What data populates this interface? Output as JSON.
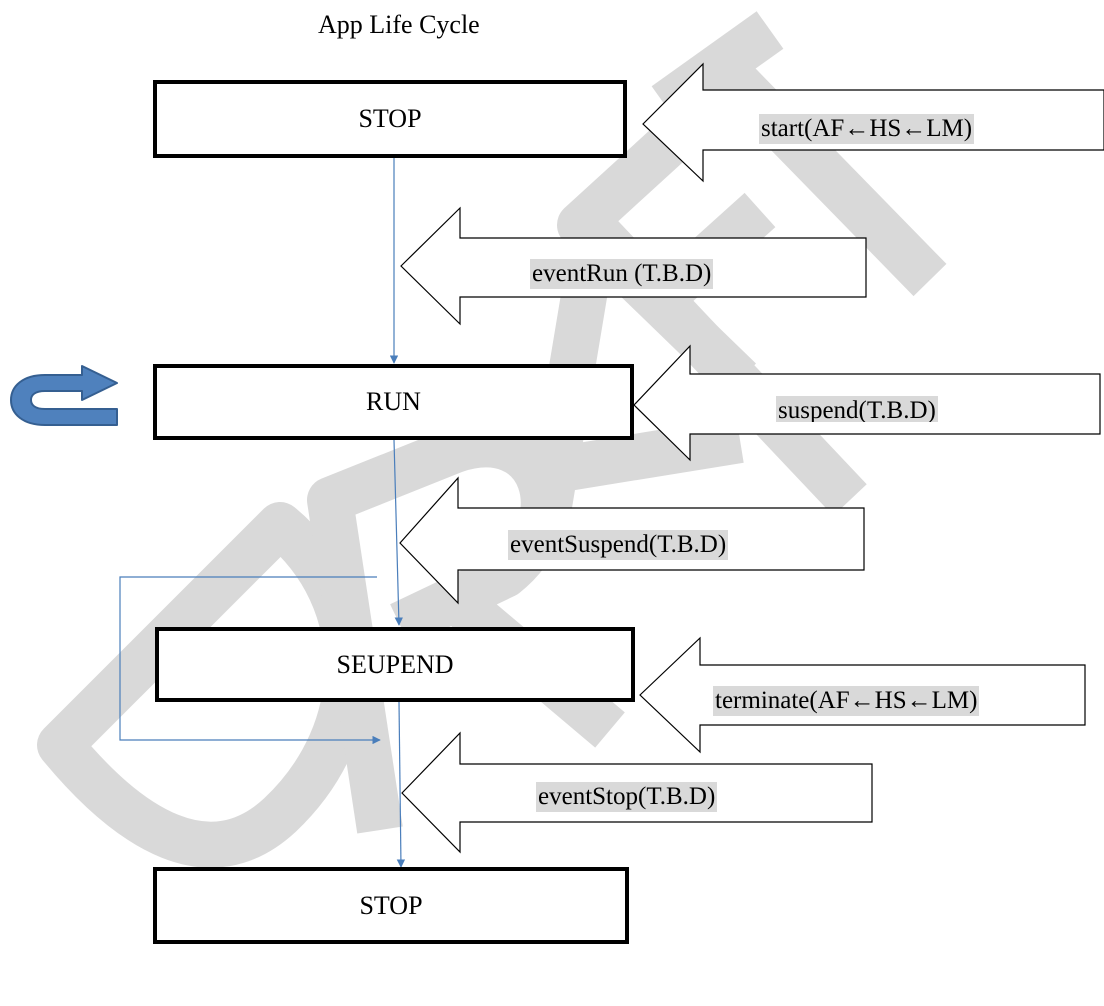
{
  "title": "App Life Cycle",
  "watermark": "DRAFT",
  "states": {
    "stop_top": "STOP",
    "run": "RUN",
    "suspend": "SEUPEND",
    "stop_bottom": "STOP"
  },
  "commands": {
    "start": "start(AF←HS←LM)",
    "suspend": "suspend(T.B.D)",
    "terminate": "terminate(AF←HS←LM)"
  },
  "events": {
    "run": "eventRun (T.B.D)",
    "suspend": "eventSuspend(T.B.D)",
    "stop": "eventStop(T.B.D)"
  },
  "colors": {
    "flow_line": "#4a7ebb",
    "loop_icon": "#4f81bd",
    "watermark": "#d9d9d9"
  },
  "icons": {
    "loop": "u-turn-arrow-icon"
  }
}
